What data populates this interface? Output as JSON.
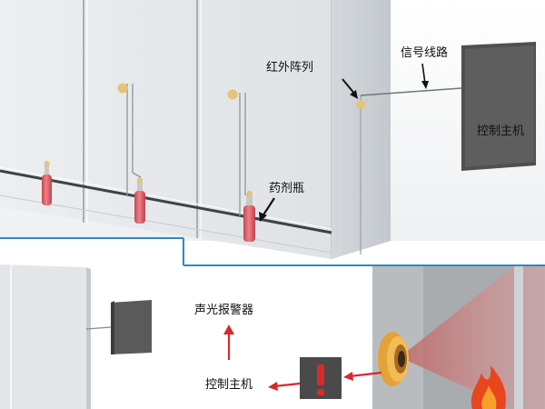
{
  "labels": {
    "ir_array": "红外阵列",
    "signal_line": "信号线路",
    "control_host_top": "控制主机",
    "agent_bottle": "药剂瓶",
    "audible_visual_alarm": "声光报警器",
    "control_host_bottom": "控制主机"
  },
  "colors": {
    "cabinet": "#e6e9ec",
    "cabinet_side": "#d3d7db",
    "panel_border": "#2e8bc0",
    "bottle_red": "#e0616a",
    "nozzle_gold": "#e4c37a",
    "alarm_red": "#d9292c",
    "host_box": "#4a4a4a",
    "ir_sensor": "#e8a23a",
    "flame": "#f0682a"
  },
  "icons": {
    "alarm_symbol": "exclamation-icon",
    "flame": "flame-icon"
  }
}
